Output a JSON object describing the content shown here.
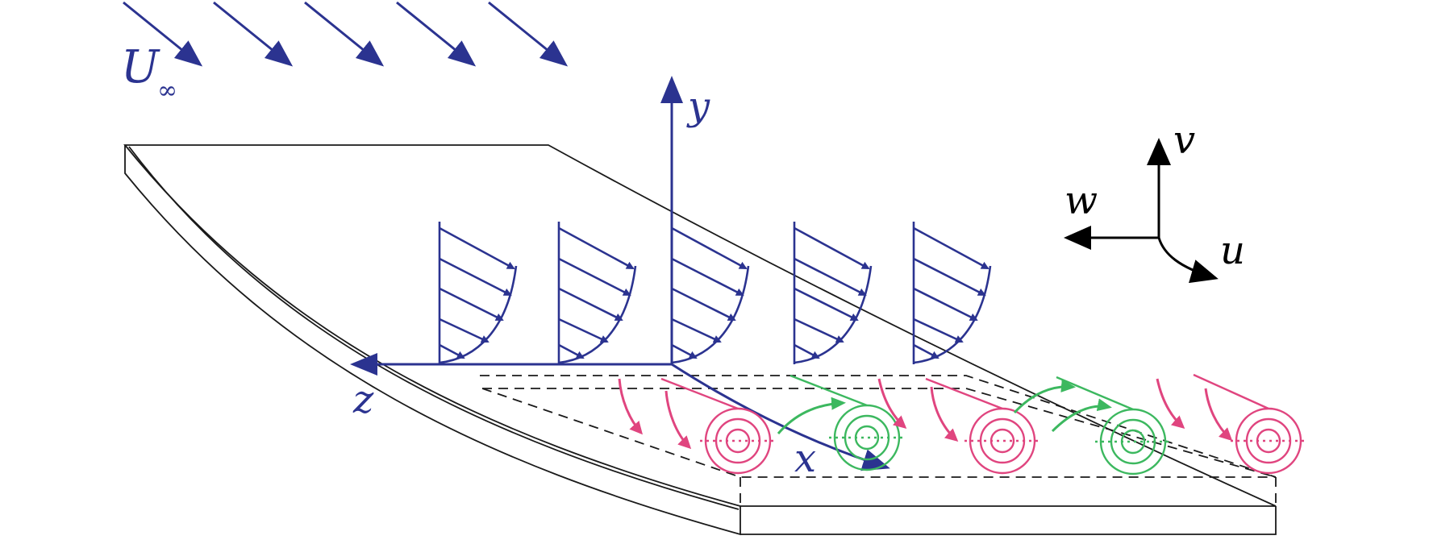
{
  "labels": {
    "freestream": "U",
    "freestream_subscript": "∞",
    "axis_x": "x",
    "axis_y": "y",
    "axis_z": "z",
    "vel_u": "u",
    "vel_v": "v",
    "vel_w": "w"
  },
  "colors": {
    "axes_blue": "#2b3390",
    "vortex_pink": "#e0457f",
    "vortex_green": "#3cb85f",
    "outline": "#1a1a1a"
  },
  "counts": {
    "freestream_arrows": 5,
    "velocity_profiles": 5,
    "counter_rotating_vortices": 5
  }
}
